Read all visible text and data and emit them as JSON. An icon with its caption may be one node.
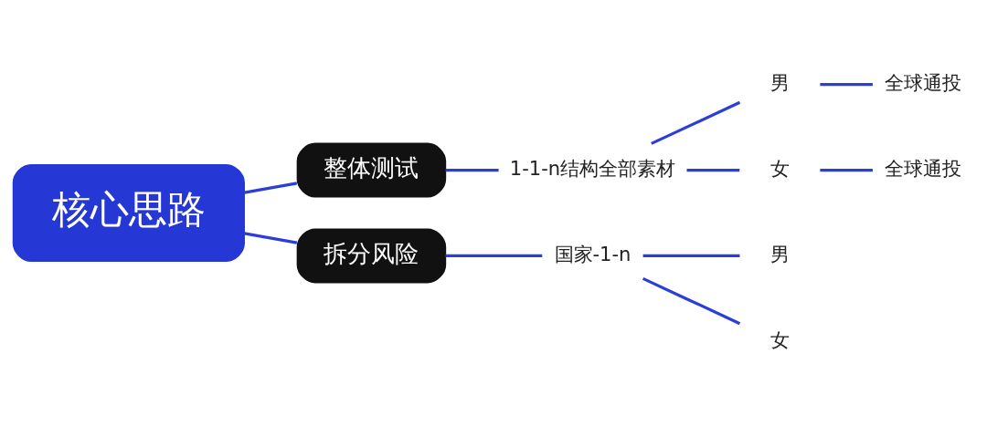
{
  "diagram": {
    "nodes": [
      {
        "text": [
          "核心思路"
        ]
      },
      {
        "text": [
          "整体测试"
        ]
      },
      {
        "text": [
          "拆分风险"
        ]
      },
      {
        "text": [
          "1-1-n结构全部素材"
        ]
      },
      {
        "text": [
          "男"
        ]
      },
      {
        "text": [
          "女"
        ]
      },
      {
        "text": [
          "全球通投"
        ]
      },
      {
        "text": [
          "全球通投"
        ]
      },
      {
        "text": [
          "国家-1-n"
        ]
      },
      {
        "text": [
          "男"
        ]
      },
      {
        "text": [
          "女"
        ]
      }
    ],
    "edges": [
      {
        "from": 0,
        "to": 1,
        "arrow": "none"
      },
      {
        "from": 0,
        "to": 2,
        "arrow": "none"
      },
      {
        "from": 1,
        "to": 3,
        "arrow": "none"
      },
      {
        "from": 3,
        "to": 4,
        "arrow": "none"
      },
      {
        "from": 3,
        "to": 5,
        "arrow": "none"
      },
      {
        "from": 4,
        "to": 6,
        "arrow": "none"
      },
      {
        "from": 5,
        "to": 7,
        "arrow": "none"
      },
      {
        "from": 2,
        "to": 8,
        "arrow": "none"
      },
      {
        "from": 8,
        "to": 9,
        "arrow": "none"
      },
      {
        "from": 8,
        "to": 10,
        "arrow": "none"
      }
    ]
  }
}
